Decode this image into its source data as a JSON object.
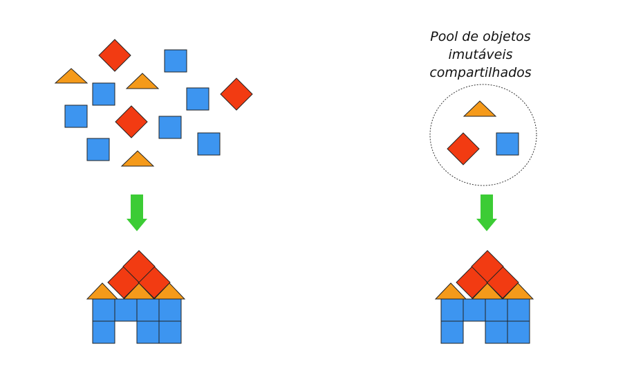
{
  "caption": {
    "lines": [
      "Pool de objetos",
      "imutáveis",
      "compartilhados"
    ]
  },
  "colors": {
    "square": "#3d95f0",
    "diamond": "#f23b12",
    "triangle": "#f59a1a",
    "arrow": "#3ccc35",
    "outline": "#222222",
    "pool_border": "#333333"
  },
  "icons": {
    "square": "blue-square-icon",
    "diamond": "red-diamond-icon",
    "triangle": "orange-triangle-icon",
    "arrow": "green-down-arrow-icon"
  }
}
